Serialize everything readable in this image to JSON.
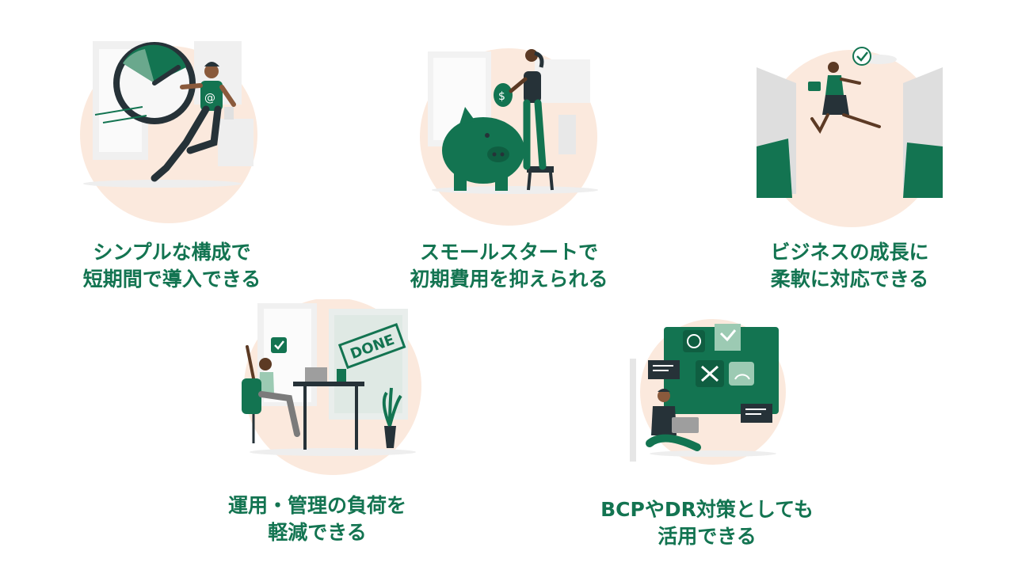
{
  "colors": {
    "accent": "#137451",
    "circle": "#fbe9dd",
    "grey": "#e6e6e6",
    "dark": "#263238"
  },
  "features": [
    {
      "lines": [
        "シンプルな構成で",
        "短期間で導入できる"
      ],
      "icon": "speed-runner-illustration"
    },
    {
      "lines": [
        "スモールスタートで",
        "初期費用を抑えられる"
      ],
      "icon": "piggy-bank-illustration"
    },
    {
      "lines": [
        "ビジネスの成長に",
        "柔軟に対応できる"
      ],
      "icon": "leaping-businesswoman-illustration"
    },
    {
      "lines": [
        "運用・管理の負荷を",
        "軽減できる"
      ],
      "icon": "done-desk-illustration",
      "stamp": "DONE"
    },
    {
      "lines": [
        "BCPやDR対策としても",
        "活用できる"
      ],
      "icon": "dashboard-laptop-illustration"
    }
  ]
}
